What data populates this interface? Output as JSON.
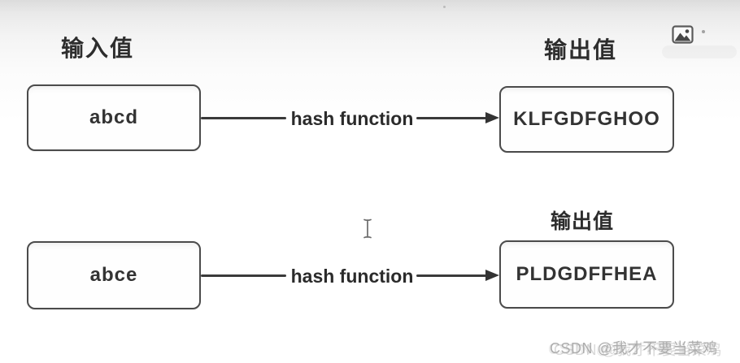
{
  "labels": {
    "input_title": "输入值",
    "output_title_top": "输出值",
    "output_title_row2": "输出值"
  },
  "diagram": {
    "rows": [
      {
        "input": "abcd",
        "function_label": "hash function",
        "output": "KLFGDFGHOO"
      },
      {
        "input": "abce",
        "function_label": "hash function",
        "output": "PLDGDFFHEA"
      }
    ]
  },
  "icons": {
    "image_icon": "image-placeholder-icon",
    "cursor_icon": "text-ibeam-cursor"
  },
  "watermark": {
    "text": "CSDN @我才不要当菜鸡"
  },
  "colors": {
    "box_border": "#4b4b4b",
    "line": "#3a3a3a",
    "text": "#333333",
    "title": "#2d2d2d",
    "watermark": "#adadad",
    "bg_top": "#dcdcdc",
    "bg_bottom": "#ffffff"
  }
}
